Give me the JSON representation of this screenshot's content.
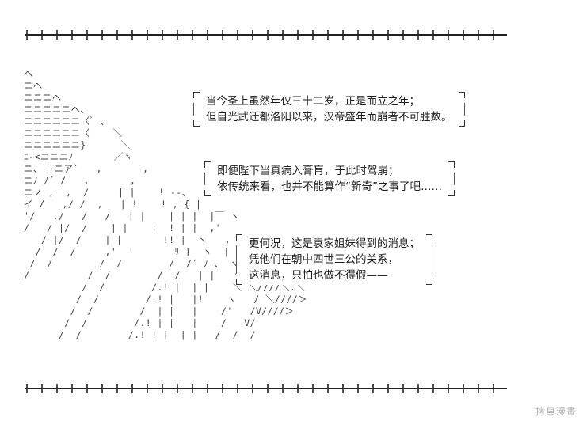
{
  "panel": {
    "dialogue": [
      {
        "lines": [
          "当今圣上虽然年仅三十二岁，正是而立之年；",
          "但自光武迁都洛阳以来，汉帝盛年而崩者不可胜数。"
        ]
      },
      {
        "lines": [
          "即便陛下当真病入膏肓，于此时驾崩；",
          "依传统来看，也并不能算作“新奇”之事了吧……"
        ]
      },
      {
        "lines": [
          "更何况，这是袁家姐妹得到的消息；",
          "凭他们在朝中四世三公的关系，",
          "这消息，只怕也做不得假——"
        ]
      }
    ],
    "ascii_art": [
      "ヘ",
      "ニヘ",
      "ニニニヘ",
      "ニニニニニヘ、",
      "ニニニニニニ〈ﾞ 、",
      "ニニニニニニ〈    ＼",
      "ニニニニニニ}      ＼",
      "ﾆ-<ニニニﾉ       ／ヽ",
      "ニ、 }ニア`   ,       ,",
      "ニﾉ ﾉ´ /   ,       ,",
      "ニノ ,  ,  /     | |    ! ‐-、",
      "イ /   ,/ /  ,   | !    ! ,'{ |",
      "'/   ,/   /   /   | |    | | |  |￣ ヽ",
      "/   / |/  /    | |    |  ! | |  ,'",
      "   / |/  /    | |       !! |  ヽ   ,",
      "  /  /  /     ,'  '       ﾘ }  ヽ  |",
      " /  /        /  /        /  /´ ﾉ 、 ヽ ＼////＼＼",
      "/          /  /        /  /   | |   ヽ  ＼////＼-‐",
      "          /  /        /.! |  | |    ＼ ＼////＼.＼",
      "         /  /        /.! |   |!    ヽ   / ＼////＞",
      "        /  /        /  | |   |    /'   /V////＞",
      "       /  /        /.! | |   |    /   V/",
      "      /  /        /.! ! |  | |   /  /  /"
    ],
    "watermark": "拷貝漫畫"
  }
}
